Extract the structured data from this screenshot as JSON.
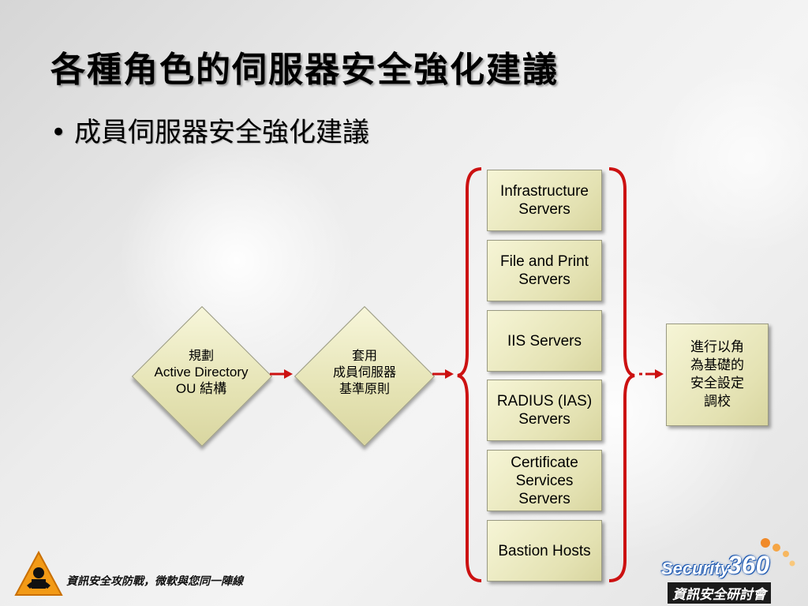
{
  "title": "各種角色的伺服器安全強化建議",
  "bullet": "成員伺服器安全強化建議",
  "diagram": {
    "step1": {
      "line1": "規劃",
      "line2": "Active Directory",
      "line3": "OU 結構"
    },
    "step2": {
      "line1": "套用",
      "line2": "成員伺服器",
      "line3": "基準原則"
    },
    "roles": [
      {
        "line1": "Infrastructure",
        "line2": "Servers",
        "line3": ""
      },
      {
        "line1": "File and Print",
        "line2": "Servers",
        "line3": ""
      },
      {
        "line1": "IIS Servers",
        "line2": "",
        "line3": ""
      },
      {
        "line1": "RADIUS (IAS)",
        "line2": "Servers",
        "line3": ""
      },
      {
        "line1": "Certificate",
        "line2": "Services",
        "line3": "Servers"
      },
      {
        "line1": "Bastion Hosts",
        "line2": "",
        "line3": ""
      }
    ],
    "result": {
      "line1": "進行以角",
      "line2": "為基礎的",
      "line3": "安全設定",
      "line4": "調校"
    },
    "colors": {
      "arrow": "#cc1111",
      "bracket": "#cc1111",
      "box_fill": "#e8e6bb"
    }
  },
  "footer": {
    "tagline": "資訊安全攻防戰，微軟與您同一陣線",
    "brand_name": "Security",
    "brand_number": "360",
    "brand_sub": "資訊安全研討會",
    "logo_icon": "warning-triangle-icon"
  }
}
